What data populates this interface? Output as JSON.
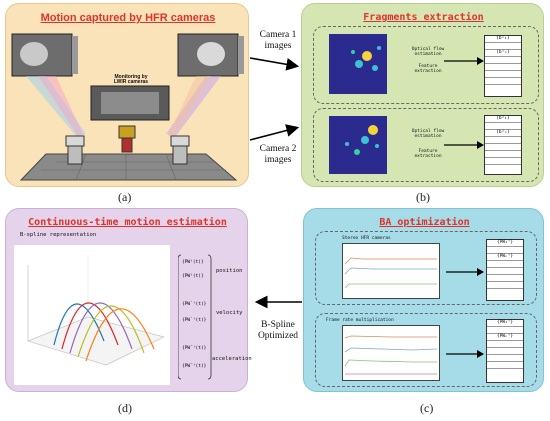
{
  "panel_a": {
    "title": "Motion captured by HFR cameras",
    "monitor_label": "Monitoring by\nLWIR cameras",
    "caption": "(a)"
  },
  "panel_b": {
    "title": "Fragments extraction",
    "row1": {
      "step1": "Optical flow\nestimation",
      "step2": "Feature\nextraction",
      "vec_top": "(b¹₁)",
      "vec_mid": "(b¹ₙ)"
    },
    "row2": {
      "step1": "Optical flow\nestimation",
      "step2": "Feature\nextraction",
      "vec_top": "(b²₁)",
      "vec_mid": "(b²ₙ)"
    },
    "caption": "(b)"
  },
  "panel_c": {
    "title": "BA optimization",
    "row1": {
      "label": "Stereo HFR cameras",
      "vec_top": "{PW₁ᵗ}",
      "vec_mid": "{PWₙᵗ}"
    },
    "row2": {
      "label": "Frame rate multiplication",
      "vec_top": "{PW₁ᵗ}",
      "vec_mid": "{PWₙᵗ}"
    },
    "caption": "(c)"
  },
  "panel_d": {
    "title": "Continuous-time motion estimation",
    "subtitle": "B-spline representation",
    "labels": {
      "position": "position",
      "velocity": "velocity",
      "acceleration": "acceleration"
    },
    "caption": "(d)"
  },
  "arrows": {
    "cam1": "Camera 1\nimages",
    "cam2": "Camera 2\nimages",
    "bspline": "B-Spline\nOptimized"
  }
}
